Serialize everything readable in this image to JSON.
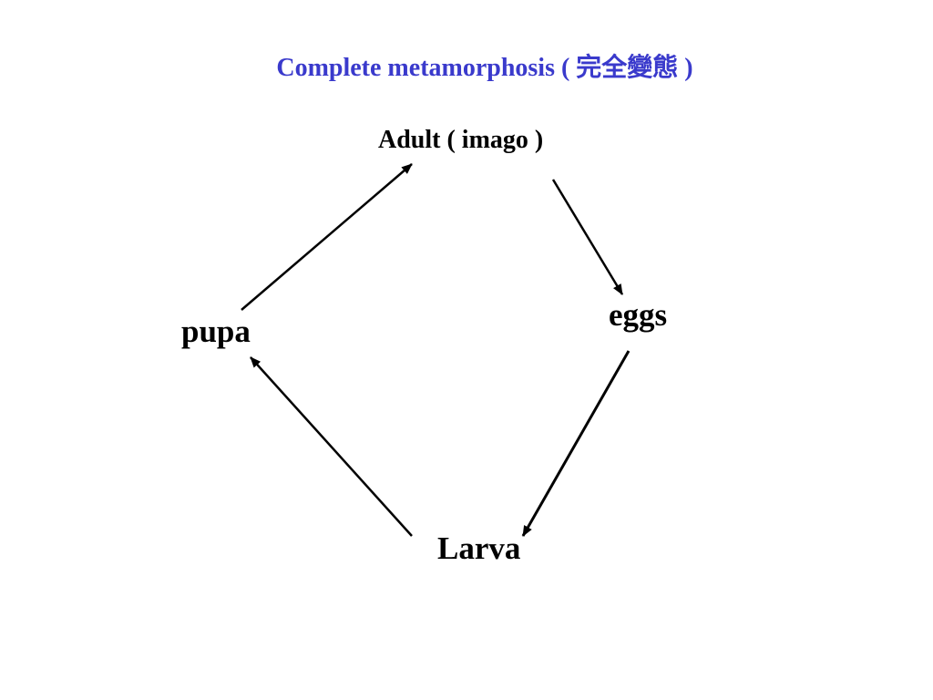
{
  "title": "Complete metamorphosis ( 完全變態 )",
  "colors": {
    "title": "#3a3acc",
    "text": "#000000",
    "arrow": "#000000"
  },
  "stages": {
    "adult": "Adult ( imago )",
    "eggs": "eggs",
    "larva": "Larva",
    "pupa": "pupa"
  }
}
